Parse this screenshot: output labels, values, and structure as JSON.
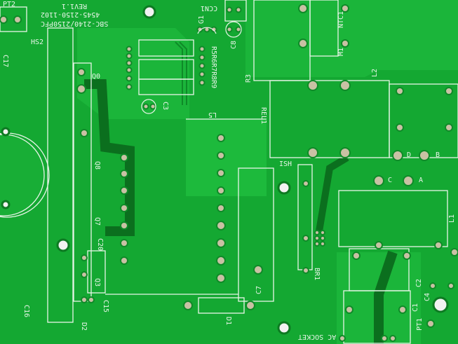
{
  "board": {
    "colors": {
      "solder_mask": "#14a832",
      "copper_pour": "#1fbf3e",
      "trace_dark": "#0b7a22",
      "silkscreen": "#e8f5e8",
      "pad": "#c9c1a4",
      "drill": "#f2f2f2"
    },
    "labels": {
      "pt2": "PT2",
      "model": "SBC-2140/2150PFC",
      "part_no": "4545-2150-1102",
      "revision": "REV1.1",
      "hs2": "HS2",
      "c17": "C17",
      "g1": "G1",
      "ccn1": "CCN1",
      "c8": "C8",
      "ntc1": "NTC1",
      "m1": "M1",
      "resistors": "R5R6R7R8R9",
      "r3": "R3",
      "c3": "C3",
      "l5": "L5",
      "rel1": "REL1",
      "l2": "L2",
      "q0": "Q0",
      "q8": "Q8",
      "q7": "Q7",
      "c20": "C20",
      "q3": "Q3",
      "c15": "C15",
      "c16": "C16",
      "d2": "D2",
      "d1": "D1",
      "c7": "C7",
      "ish": "ISH",
      "br1": "BR1",
      "l1": "L1",
      "c2": "C2",
      "c4": "C4",
      "c1": "C1",
      "pt1": "PT1",
      "ac_socket": "AC SOCKET",
      "pin_d": "D",
      "pin_b": "B",
      "pin_c": "C",
      "pin_a": "A"
    }
  }
}
